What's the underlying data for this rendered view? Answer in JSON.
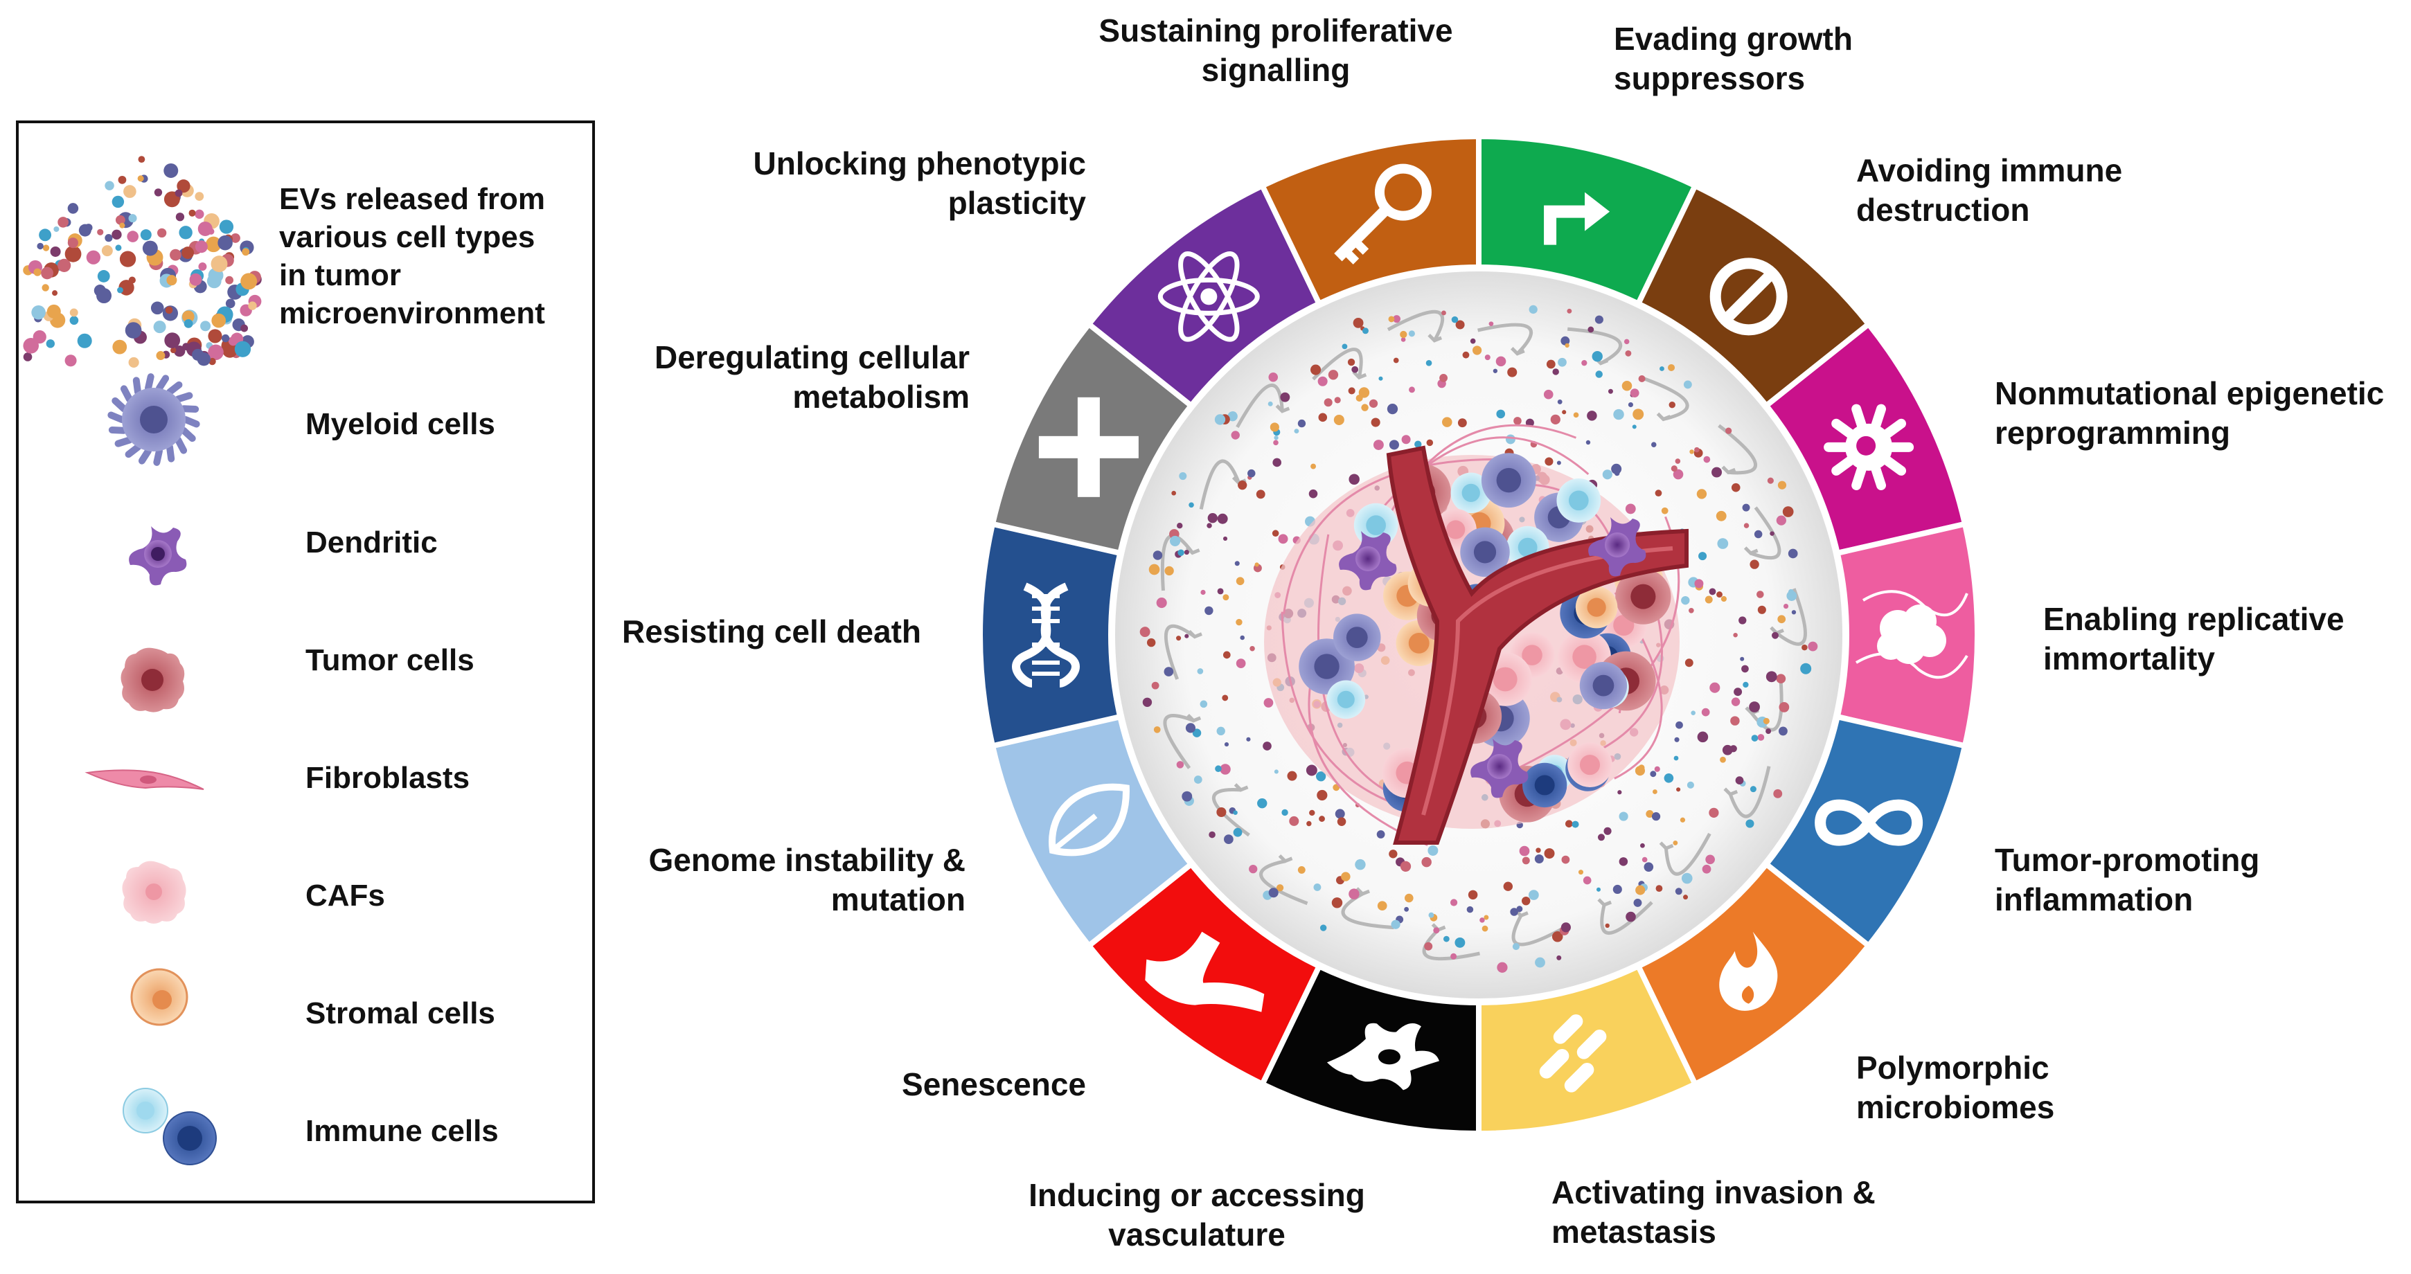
{
  "legend": {
    "items": [
      {
        "label_lines": [
          "EVs released from",
          "various cell types",
          "in tumor",
          "microenvironment"
        ],
        "icon": "ev-cloud-icon"
      },
      {
        "label_lines": [
          "Myeloid cells"
        ],
        "icon": "myeloid-cell-icon"
      },
      {
        "label_lines": [
          "Dendritic"
        ],
        "icon": "dendritic-cell-icon"
      },
      {
        "label_lines": [
          "Tumor cells"
        ],
        "icon": "tumor-cell-icon"
      },
      {
        "label_lines": [
          "Fibroblasts"
        ],
        "icon": "fibroblast-icon"
      },
      {
        "label_lines": [
          "CAFs"
        ],
        "icon": "caf-icon"
      },
      {
        "label_lines": [
          "Stromal cells"
        ],
        "icon": "stromal-cell-icon"
      },
      {
        "label_lines": [
          "Immune cells"
        ],
        "icon": "immune-cells-icon"
      }
    ]
  },
  "hallmarks": [
    {
      "label_lines": [
        "Sustaining proliferative",
        "signalling"
      ],
      "color": "#0eaa4f",
      "icon": "bent-arrow-icon"
    },
    {
      "label_lines": [
        "Evading growth",
        "suppressors"
      ],
      "color": "#7a3e10",
      "icon": "prohibition-icon"
    },
    {
      "label_lines": [
        "Avoiding immune",
        "destruction"
      ],
      "color": "#c9118b",
      "icon": "immune-cell-icon"
    },
    {
      "label_lines": [
        "Nonmutational epigenetic",
        "reprogramming"
      ],
      "color": "#ee5da0",
      "icon": "chromatin-icon"
    },
    {
      "label_lines": [
        "Enabling replicative",
        "immortality"
      ],
      "color": "#2f74b4",
      "icon": "infinity-icon"
    },
    {
      "label_lines": [
        "Tumor-promoting",
        "inflammation"
      ],
      "color": "#ec7a28",
      "icon": "flame-icon"
    },
    {
      "label_lines": [
        "Polymorphic",
        "microbiomes"
      ],
      "color": "#f9d15c",
      "icon": "bacteria-icon"
    },
    {
      "label_lines": [
        "Activating invasion &",
        "metastasis"
      ],
      "color": "#050505",
      "icon": "invasive-cell-icon"
    },
    {
      "label_lines": [
        "Inducing or accessing",
        "vasculature"
      ],
      "color": "#f20d0d",
      "icon": "blood-vessel-icon"
    },
    {
      "label_lines": [
        "Senescence"
      ],
      "color": "#9fc4e8",
      "icon": "leaf-icon"
    },
    {
      "label_lines": [
        "Genome instability &",
        "mutation"
      ],
      "color": "#24508f",
      "icon": "dna-icon"
    },
    {
      "label_lines": [
        "Resisting cell death"
      ],
      "color": "#7a7a7a",
      "icon": "cross-icon"
    },
    {
      "label_lines": [
        "Deregulating cellular",
        "metabolism"
      ],
      "color": "#6d2f9c",
      "icon": "atom-icon"
    },
    {
      "label_lines": [
        "Unlocking phenotypic",
        "plasticity"
      ],
      "color": "#c15f12",
      "icon": "key-icon"
    }
  ]
}
